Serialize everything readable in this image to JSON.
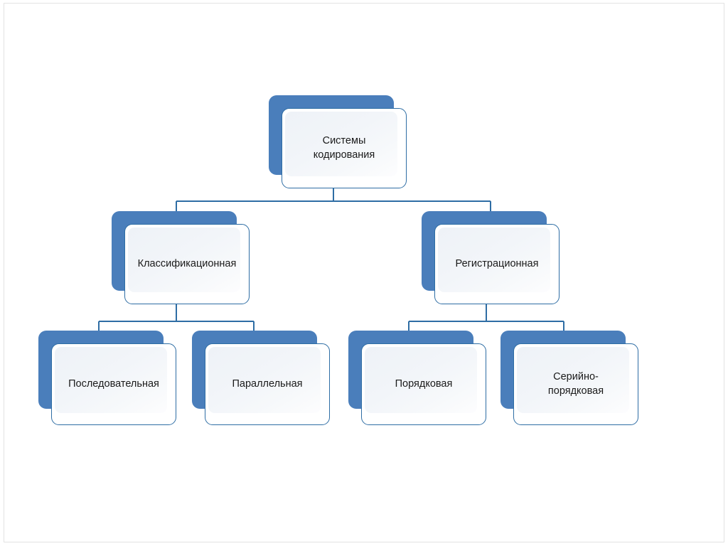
{
  "diagram": {
    "type": "hierarchy-tree",
    "orientation": "top-down",
    "levels": 3,
    "colors": {
      "plate": "#4a7ebb",
      "card_border": "#2e6da4",
      "card_fill": "#ffffff",
      "inner_panel": "#eef2f7",
      "connector": "#2e6da4",
      "text": "#1a1a1a",
      "page_frame": "#e3e3e3",
      "background": "#ffffff"
    },
    "nodes": {
      "root": {
        "label": "Системы\nкодирования"
      },
      "level2": [
        {
          "label": "Классификационная"
        },
        {
          "label": "Регистрационная"
        }
      ],
      "level3": [
        {
          "label": "Последовательная"
        },
        {
          "label": "Параллельная"
        },
        {
          "label": "Порядковая"
        },
        {
          "label": "Серийно-\nпорядковая"
        }
      ]
    }
  }
}
